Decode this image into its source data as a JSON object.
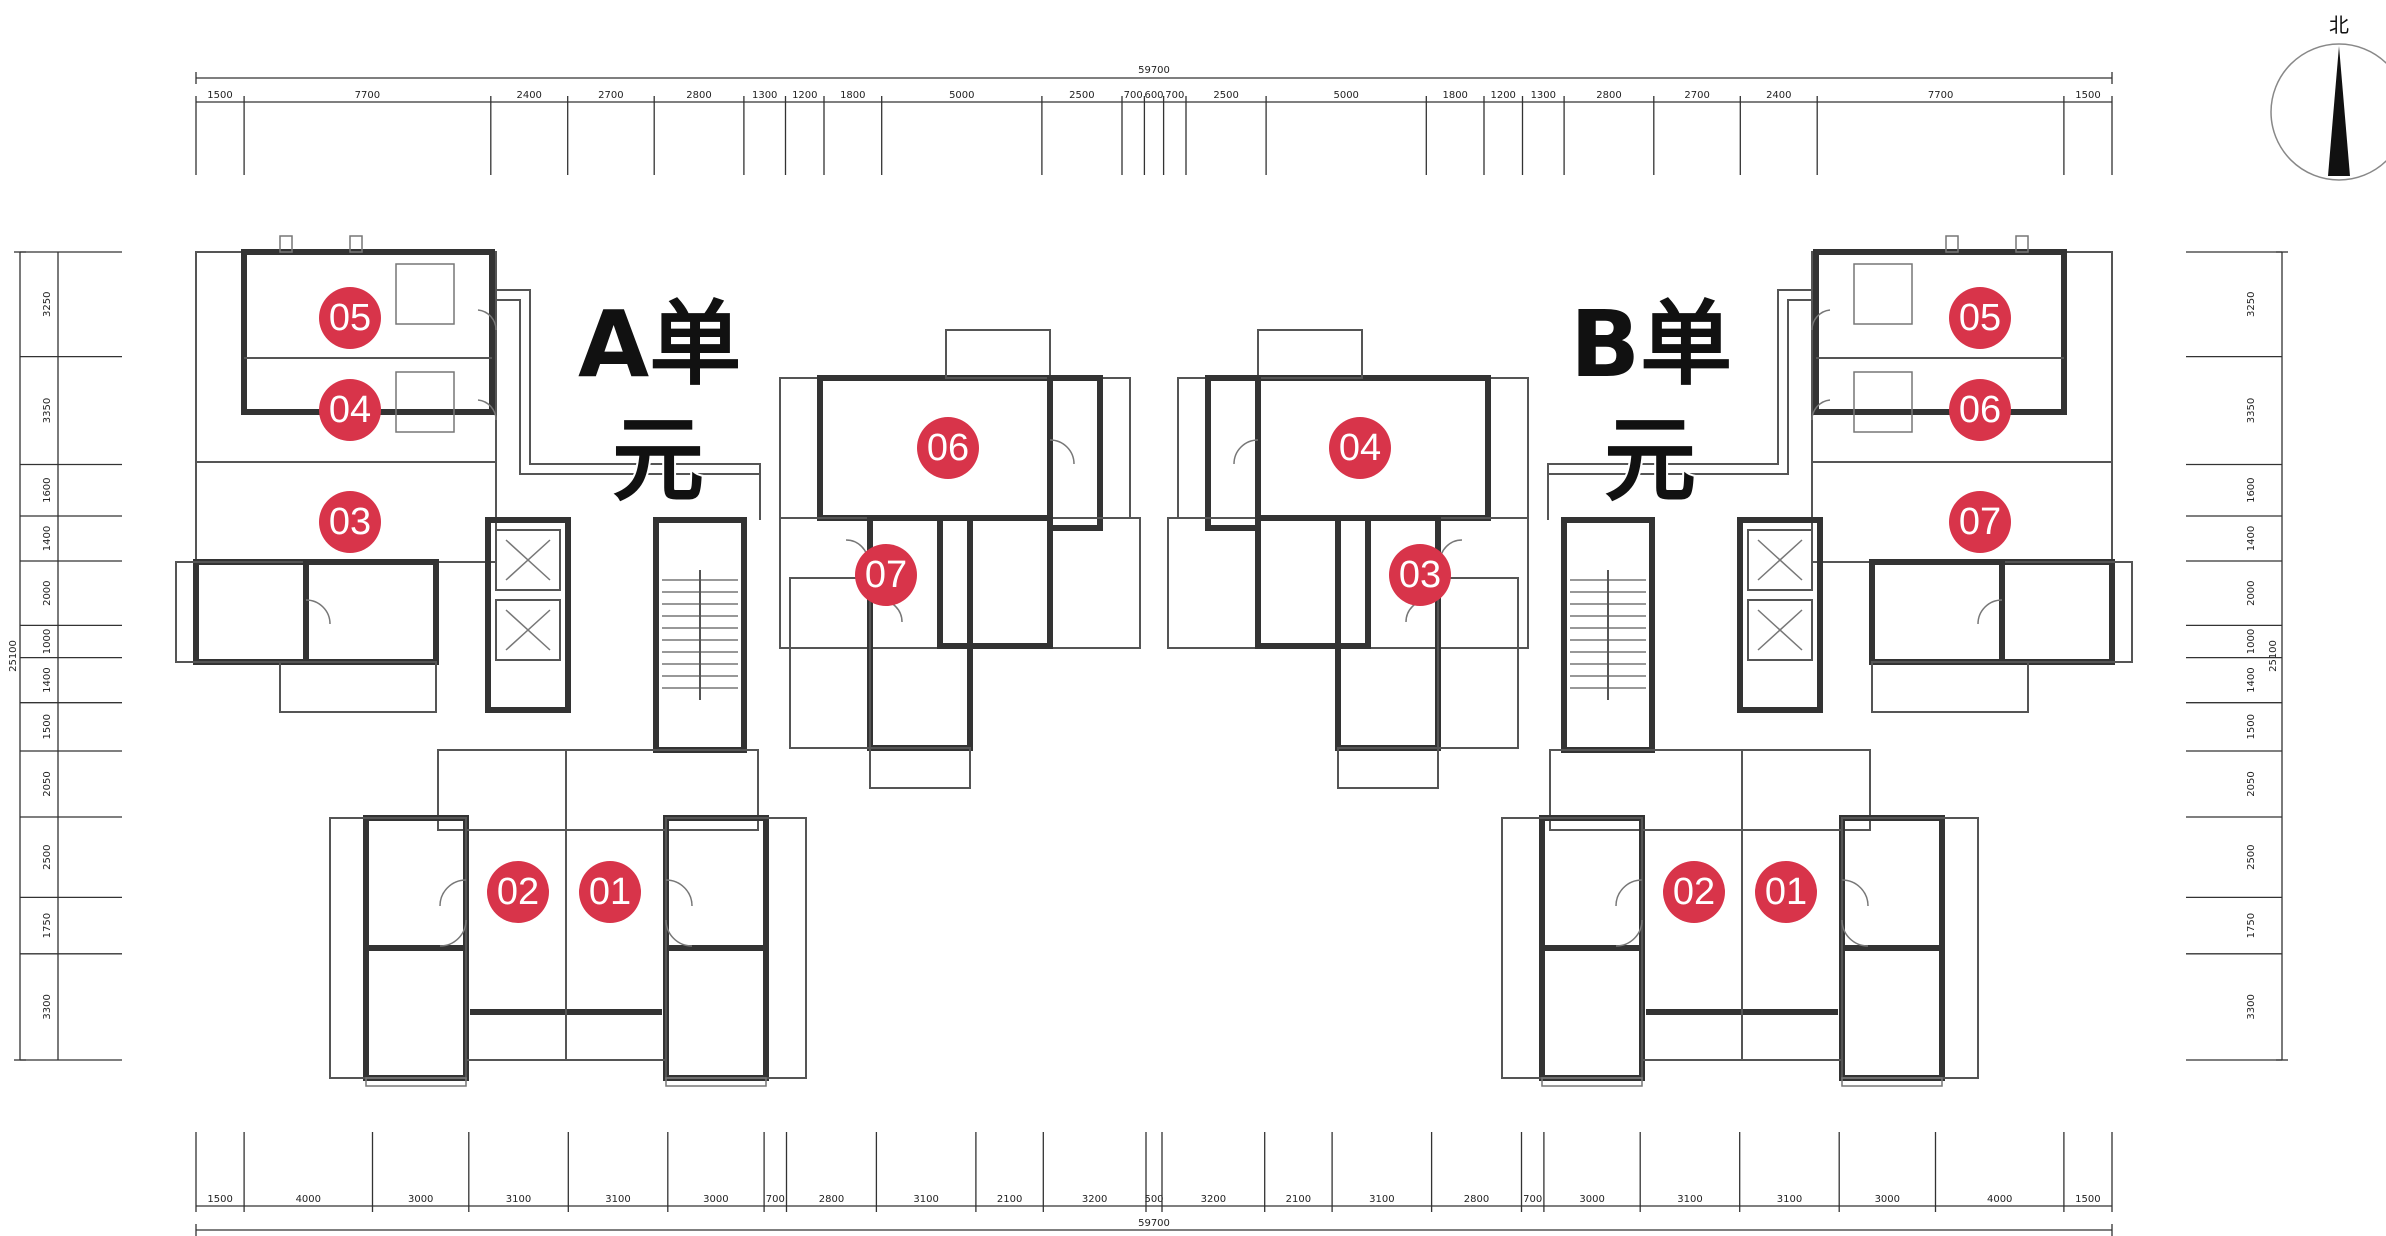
{
  "north_label": "北",
  "top_total": "59700",
  "bottom_total": "59700",
  "top_dims": [
    "1500",
    "7700",
    "2400",
    "2700",
    "2800",
    "1300",
    "1200",
    "1800",
    "5000",
    "2500",
    "700",
    "600",
    "700",
    "2500",
    "5000",
    "1800",
    "1200",
    "1300",
    "2800",
    "2700",
    "2400",
    "7700",
    "1500"
  ],
  "bottom_dims": [
    "1500",
    "4000",
    "3000",
    "3100",
    "3100",
    "3000",
    "700",
    "2800",
    "3100",
    "2100",
    "3200",
    "500",
    "3200",
    "2100",
    "3100",
    "2800",
    "700",
    "3000",
    "3100",
    "3100",
    "3000",
    "4000",
    "1500"
  ],
  "left_dims": [
    "3250",
    "3350",
    "1600",
    "1400",
    "2000",
    "1000",
    "1400",
    "1500",
    "2050",
    "2500",
    "1750",
    "3300"
  ],
  "right_dims": [
    "3250",
    "3350",
    "1600",
    "1400",
    "2000",
    "1000",
    "1400",
    "1500",
    "2050",
    "2500",
    "1750",
    "3300"
  ],
  "left_total": "25100",
  "right_total": "25100",
  "unit_a": {
    "line1": "A单",
    "line2": "元"
  },
  "unit_b": {
    "line1": "B单",
    "line2": "元"
  },
  "badges_a": [
    "05",
    "04",
    "03",
    "06",
    "07",
    "02",
    "01"
  ],
  "badges_b": [
    "05",
    "06",
    "07",
    "04",
    "03",
    "02",
    "01"
  ],
  "colors": {
    "badge": "#d8344a",
    "wall": "#333333",
    "line": "#555555"
  }
}
